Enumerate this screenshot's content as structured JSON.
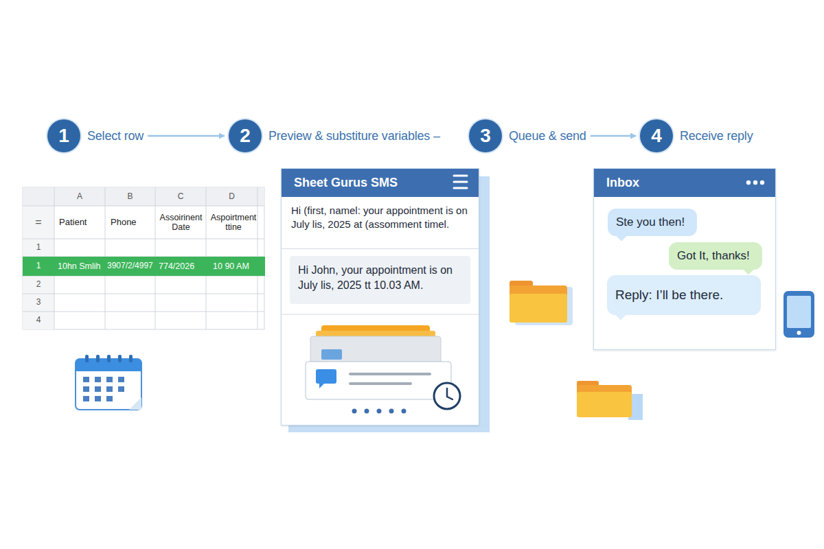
{
  "diagram": {
    "nodes": [
      {
        "text": [
          "1",
          "Select row"
        ]
      },
      {
        "text": [
          "2",
          "Preview & substiture variables –"
        ]
      },
      {
        "text": [
          "3",
          "Queue & send"
        ]
      },
      {
        "text": [
          "4",
          "Receive reply"
        ]
      },
      {
        "text": [
          "Sheet Gurus SMS"
        ]
      },
      {
        "text": [
          "Hi (first, namel: your appointment is on July lis, 2025 at (assomment timel."
        ],
        "in": 4
      },
      {
        "text": [
          "Hi John, your appointment is on July lis, 2025 tt 10.03 AM."
        ],
        "in": 4
      },
      {
        "text": [
          "Inbox"
        ]
      },
      {
        "text": [
          "Ste you then!"
        ],
        "in": 7
      },
      {
        "text": [
          "Got It, thanks!"
        ],
        "in": 7
      },
      {
        "text": [
          "Reply: I’ll be there."
        ],
        "in": 7
      }
    ],
    "edges": [
      {
        "from": 0,
        "to": 1,
        "arrow": "to"
      },
      {
        "from": 2,
        "to": 3,
        "arrow": "to"
      }
    ],
    "labels": [
      "A",
      "B",
      "C",
      "D",
      "=",
      "Patient",
      "Phone",
      "Assoirinent Date",
      "Aspoirtment ttine",
      "1",
      "1",
      "10hn Smlih",
      "3907/2/4997",
      "774/2026",
      "10 90 AM",
      "2",
      "3",
      "4"
    ]
  }
}
